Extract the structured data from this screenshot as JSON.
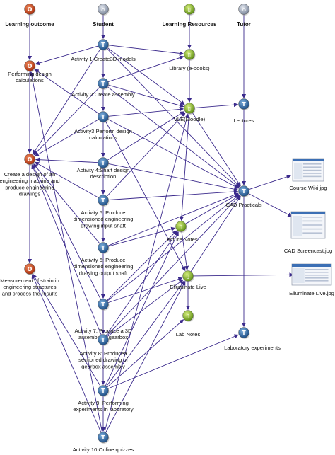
{
  "colors": {
    "outcome": "#c0481e",
    "student": "#2f6fa8",
    "resource": "#7fae2a",
    "tutor": "#2f6fa8",
    "header_icon_outcome": "#c0481e",
    "header_icon_student": "#9aa5b8",
    "header_icon_resource": "#93b83a",
    "header_icon_tutor": "#9aa5b8",
    "edge": "#3b2a8c"
  },
  "headers": {
    "outcome": "Learning outcome",
    "student": "Student",
    "resource": "Learning Resources",
    "tutor": "Tutor"
  },
  "nodes": {
    "o1": {
      "label": [
        "Performing design",
        "calculations"
      ],
      "kind": "outcome"
    },
    "o2": {
      "label": [
        "Create a design of an",
        "engineering machine and",
        "produce engineering",
        "drawings"
      ],
      "kind": "outcome"
    },
    "o3": {
      "label": [
        "Measurement of strain in",
        "engineering structures",
        "and process the results"
      ],
      "kind": "outcome"
    },
    "a1": {
      "label": [
        "Activity 1:Create3D models"
      ],
      "kind": "student"
    },
    "a2": {
      "label": [
        "Activity 2:Create assembly"
      ],
      "kind": "student"
    },
    "a3": {
      "label": [
        "Activity3:Perform design",
        "calculations"
      ],
      "kind": "student"
    },
    "a4": {
      "label": [
        "Activity 4:Shaft design",
        "description"
      ],
      "kind": "student"
    },
    "a5": {
      "label": [
        "Activity 5: Produce",
        "dimensioned engineering",
        "drawing input shaft"
      ],
      "kind": "student"
    },
    "a6": {
      "label": [
        "Activity 6: Produce",
        "dimensioned engineering",
        "drawing output shaft"
      ],
      "kind": "student"
    },
    "a7": {
      "label": [
        "Activity 7: Produce a 3D",
        "assembly of gearbox"
      ],
      "kind": "student"
    },
    "a8": {
      "label": [
        "Activity 8: Producea",
        "sectioned drawing of",
        "gearbox assembly"
      ],
      "kind": "student"
    },
    "a9": {
      "label": [
        "Activity 9: Performing",
        "experiments in laboratory"
      ],
      "kind": "student"
    },
    "a10": {
      "label": [
        "Activity 10:Online quizzes"
      ],
      "kind": "student"
    },
    "r1": {
      "label": [
        "Library (e-books)"
      ],
      "kind": "resource"
    },
    "r2": {
      "label": [
        "VLE(Moodle)"
      ],
      "kind": "resource"
    },
    "r3": {
      "label": [
        "Lecture Notes"
      ],
      "kind": "resource"
    },
    "r4": {
      "label": [
        "Elluminate Live"
      ],
      "kind": "resource"
    },
    "r5": {
      "label": [
        "Lab Notes"
      ],
      "kind": "resource"
    },
    "t1": {
      "label": [
        "Lectures"
      ],
      "kind": "tutor"
    },
    "t2": {
      "label": [
        "CAD Practicals"
      ],
      "kind": "tutor"
    },
    "t3": {
      "label": [
        "Laboratory experiments"
      ],
      "kind": "tutor"
    }
  },
  "edges": [
    [
      "h_o",
      "o1"
    ],
    [
      "h_s",
      "a1"
    ],
    [
      "h_r",
      "r1"
    ],
    [
      "h_t",
      "t1"
    ],
    [
      "o1",
      "o2"
    ],
    [
      "o2",
      "o3"
    ],
    [
      "t1",
      "t2"
    ],
    [
      "t2",
      "t3"
    ],
    [
      "r1",
      "r2"
    ],
    [
      "r2",
      "r3"
    ],
    [
      "r3",
      "r4"
    ],
    [
      "r4",
      "r5"
    ],
    [
      "a1",
      "a2"
    ],
    [
      "a2",
      "a3"
    ],
    [
      "a3",
      "a4"
    ],
    [
      "a4",
      "a5"
    ],
    [
      "a5",
      "a6"
    ],
    [
      "a6",
      "a7"
    ],
    [
      "a7",
      "a8"
    ],
    [
      "a8",
      "a9"
    ],
    [
      "a9",
      "a10"
    ],
    [
      "a1",
      "o1"
    ],
    [
      "a1",
      "r1"
    ],
    [
      "a1",
      "r2"
    ],
    [
      "a1",
      "t2"
    ],
    [
      "a1",
      "o2"
    ],
    [
      "a2",
      "r2"
    ],
    [
      "a2",
      "t2"
    ],
    [
      "a2",
      "o2"
    ],
    [
      "a2",
      "r1"
    ],
    [
      "a3",
      "r2"
    ],
    [
      "a3",
      "t2"
    ],
    [
      "a3",
      "o1"
    ],
    [
      "a3",
      "o2"
    ],
    [
      "a3",
      "r4"
    ],
    [
      "a4",
      "r2"
    ],
    [
      "a4",
      "t2"
    ],
    [
      "a4",
      "o2"
    ],
    [
      "a5",
      "t2"
    ],
    [
      "a5",
      "o2"
    ],
    [
      "a5",
      "r2"
    ],
    [
      "a6",
      "t2"
    ],
    [
      "a6",
      "o2"
    ],
    [
      "a6",
      "r3"
    ],
    [
      "a7",
      "t2"
    ],
    [
      "a7",
      "o2"
    ],
    [
      "a7",
      "r3"
    ],
    [
      "a7",
      "r4"
    ],
    [
      "a8",
      "t2"
    ],
    [
      "a8",
      "o2"
    ],
    [
      "a8",
      "r3"
    ],
    [
      "a8",
      "r4"
    ],
    [
      "a9",
      "t3"
    ],
    [
      "a9",
      "o3"
    ],
    [
      "a9",
      "r5"
    ],
    [
      "a9",
      "r3"
    ],
    [
      "a9",
      "r4"
    ],
    [
      "a10",
      "o3"
    ],
    [
      "a10",
      "r2"
    ],
    [
      "a10",
      "r4"
    ],
    [
      "a10",
      "o1"
    ],
    [
      "r2",
      "t1"
    ],
    [
      "r2",
      "t2"
    ],
    [
      "r3",
      "t2"
    ],
    [
      "r4",
      "t2"
    ],
    [
      "t2",
      "i1"
    ],
    [
      "t2",
      "i2"
    ],
    [
      "r4",
      "i3"
    ]
  ],
  "images": {
    "i1": {
      "caption": "Course Wiki.jpg"
    },
    "i2": {
      "caption": "CAD Screencast.jpg"
    },
    "i3": {
      "caption": "Elluminate Live.jpg"
    }
  }
}
